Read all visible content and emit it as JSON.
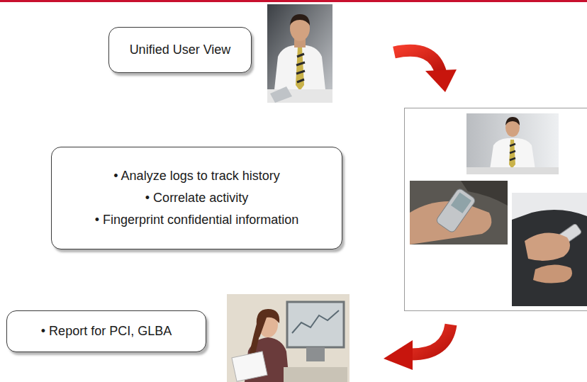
{
  "diagram": {
    "nodes": [
      {
        "text": [
          "Unified User View"
        ]
      },
      {
        "text": [
          "• Analyze logs to track history",
          "• Correlate activity",
          "• Fingerprint confidential information"
        ]
      },
      {
        "text": [
          "• Report for PCI, GLBA"
        ]
      }
    ]
  }
}
